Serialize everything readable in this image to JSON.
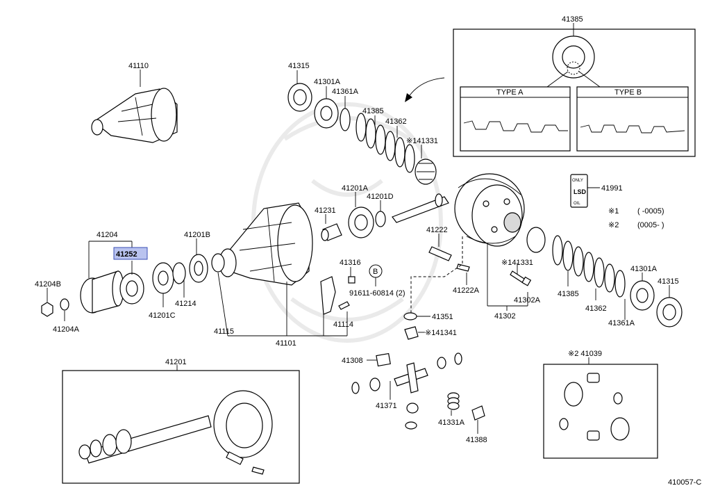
{
  "diagram": {
    "drawing_number": "410057-C",
    "highlighted_part": "41252",
    "circle_marker": "B",
    "type_a_label": "TYPE A",
    "type_b_label": "TYPE B",
    "lsd_plate": {
      "top": "ONLY",
      "middle": "LSD",
      "bottom": "OIL"
    },
    "notes": {
      "note1": {
        "mark": "※1",
        "text": "(     -0005)"
      },
      "note2": {
        "mark": "※2",
        "text": "(0005-     )"
      }
    },
    "parts": {
      "p41110": "41110",
      "p41315_top": "41315",
      "p41301A_top": "41301A",
      "p41361A_top": "41361A",
      "p41385_top": "41385",
      "p41362_top": "41362",
      "p141331_top": "※141331",
      "p41385_inset": "41385",
      "p41991": "41991",
      "p41201A": "41201A",
      "p41201D": "41201D",
      "p41231": "41231",
      "p41222": "41222",
      "p41204": "41204",
      "p41252": "41252",
      "p41201B": "41201B",
      "p41204B": "41204B",
      "p41204A": "41204A",
      "p41201C": "41201C",
      "p41214": "41214",
      "p41115": "41115",
      "p41316": "41316",
      "p91611": "91611-60814 (2)",
      "p41222A": "41222A",
      "p41114": "41114",
      "p41101": "41101",
      "p141331_right": "※141331",
      "p41302A": "41302A",
      "p41302": "41302",
      "p41385_right": "41385",
      "p41362_right": "41362",
      "p41301A_right": "41301A",
      "p41315_right": "41315",
      "p41361A_right": "41361A",
      "p41351": "41351",
      "p141341": "※141341",
      "p41308": "41308",
      "p41371": "41371",
      "p41331A": "41331A",
      "p41388": "41388",
      "p41039": "※2 41039",
      "p41201": "41201"
    }
  }
}
